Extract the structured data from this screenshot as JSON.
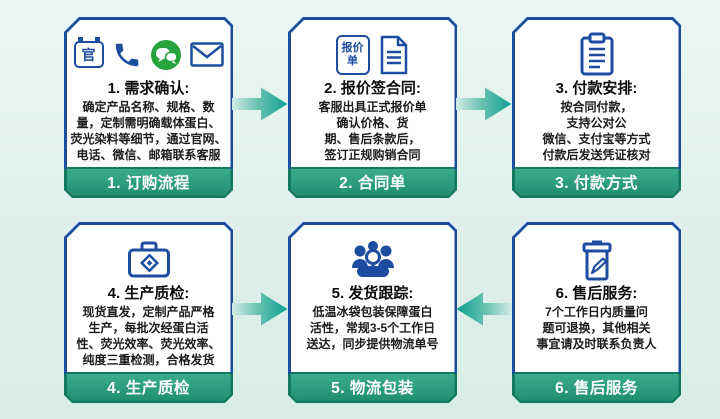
{
  "diagram_title": "订购流程图 (ordering process flow, 6 steps)",
  "colors": {
    "background": "#dff0eb",
    "card_border_blue": "#1c4da0",
    "footer_green": "#2b9c7d",
    "footer_edge_green": "#127a5f",
    "arrow_teal": "#0ea092",
    "icon_blue": "#1c4da0",
    "wechat_green": "#26a33c",
    "text_dark": "#1c1c1c",
    "footer_text": "#ffffff"
  },
  "flow_arrows": [
    {
      "between": "step-1-and-step-2",
      "row": "top",
      "direction": "right"
    },
    {
      "between": "step-2-and-step-3",
      "row": "top",
      "direction": "right"
    },
    {
      "between": "step-4-and-step-5",
      "row": "bottom",
      "direction": "right"
    },
    {
      "between": "step-6-and-step-5",
      "row": "bottom",
      "direction": "left"
    }
  ],
  "cards": [
    {
      "title": "1. 需求确认:",
      "body": "确定产品名称、规格、数\n量，定制需明确载体蛋白、\n荧光染料等细节，通过官网、\n电话、微信、邮箱联系客服",
      "footer": "1. 订购流程",
      "icons": [
        "official-website-icon",
        "phone-icon",
        "wechat-icon",
        "email-icon"
      ],
      "official_icon_label": "官"
    },
    {
      "title": "2. 报价签合同:",
      "body": "客服出具正式报价单\n确认价格、货\n期、售后条款后，\n签订正规购销合同",
      "footer": "2. 合同单",
      "icons": [
        "quotation-sheet-icon",
        "document-icon"
      ],
      "quote_icon_label": "报价单"
    },
    {
      "title": "3. 付款安排:",
      "body": "按合同付款，\n支持公对公\n微信、支付宝等方式\n付款后发送凭证核对",
      "footer": "3. 付款方式",
      "icons": [
        "clipboard-icon"
      ]
    },
    {
      "title": "4. 生产质检:",
      "body": "现货直发，定制产品严格\n生产，每批次经蛋白活\n性、荧光效率、荧光效率、\n纯度三重检测，合格发货",
      "footer": "4. 生产质检",
      "icons": [
        "toolbox-icon"
      ]
    },
    {
      "title": "5. 发货跟踪:",
      "body": "低温冰袋包装保障蛋白\n活性，常规3-5个工作日\n送达，同步提供物流单号",
      "footer": "5. 物流包装",
      "icons": [
        "team-icon"
      ]
    },
    {
      "title": "6. 售后服务:",
      "body": "7个工作日内质量问\n题可退换，其他相关\n事宜请及时联系负责人",
      "footer": "6. 售后服务",
      "icons": [
        "aftersales-box-pencil-icon"
      ]
    }
  ]
}
